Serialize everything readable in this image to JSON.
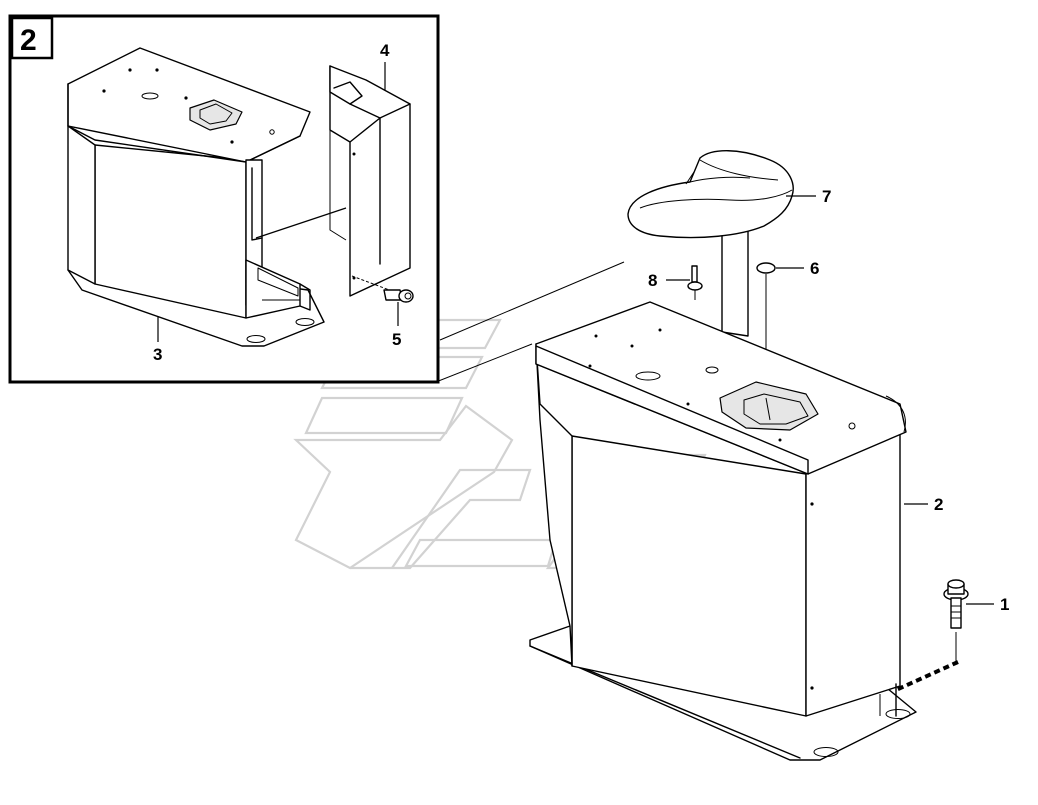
{
  "inset": {
    "number": "2"
  },
  "callouts": {
    "c1": "1",
    "c2": "2",
    "c3": "3",
    "c4": "4",
    "c5": "5",
    "c6": "6",
    "c7": "7",
    "c8": "8"
  }
}
